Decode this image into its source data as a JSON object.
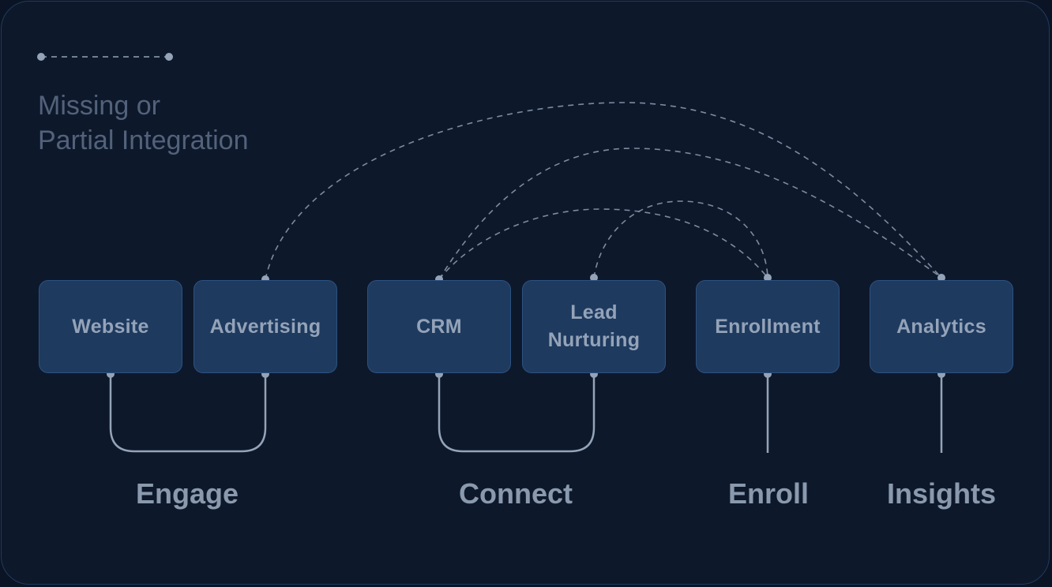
{
  "legend": {
    "line1": "Missing or",
    "line2": "Partial Integration"
  },
  "nodes": [
    {
      "id": "website",
      "label": "Website"
    },
    {
      "id": "advertising",
      "label": "Advertising"
    },
    {
      "id": "crm",
      "label": "CRM"
    },
    {
      "id": "lead-nurturing",
      "label_line1": "Lead",
      "label_line2": "Nurturing"
    },
    {
      "id": "enrollment",
      "label": "Enrollment"
    },
    {
      "id": "analytics",
      "label": "Analytics"
    }
  ],
  "groups": [
    {
      "id": "engage",
      "label": "Engage",
      "members": [
        "website",
        "advertising"
      ]
    },
    {
      "id": "connect",
      "label": "Connect",
      "members": [
        "crm",
        "lead-nurturing"
      ]
    },
    {
      "id": "enroll",
      "label": "Enroll",
      "members": [
        "enrollment"
      ]
    },
    {
      "id": "insights",
      "label": "Insights",
      "members": [
        "analytics"
      ]
    }
  ],
  "partial_integrations": [
    {
      "from": "advertising",
      "to": "analytics"
    },
    {
      "from": "crm",
      "to": "analytics"
    },
    {
      "from": "crm",
      "to": "enrollment"
    },
    {
      "from": "lead-nurturing",
      "to": "enrollment"
    }
  ],
  "colors": {
    "background": "#0e182b",
    "node_fill": "#1e3a5f",
    "node_border": "#2c5282",
    "node_text": "#94a3b8",
    "connector": "#94a3b8",
    "legend_text": "#52627b"
  }
}
